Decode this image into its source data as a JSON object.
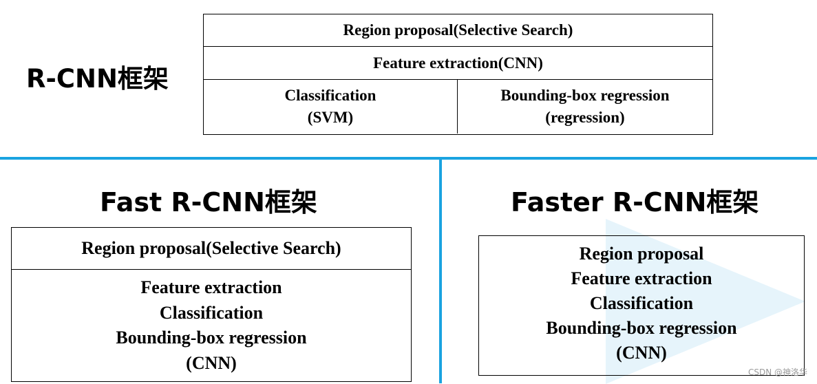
{
  "rcnn": {
    "title": "R-CNN框架",
    "row1": "Region proposal(Selective Search)",
    "row2": "Feature extraction(CNN)",
    "cls_line1": "Classification",
    "cls_line2": "(SVM)",
    "bbox_line1": "Bounding-box regression",
    "bbox_line2": "(regression)"
  },
  "fast_rcnn": {
    "title": "Fast R-CNN框架",
    "row1": "Region proposal(Selective Search)",
    "lines": [
      "Feature extraction",
      "Classification",
      "Bounding-box regression",
      "(CNN)"
    ]
  },
  "faster_rcnn": {
    "title": "Faster R-CNN框架",
    "lines": [
      "Region proposal",
      "Feature extraction",
      "Classification",
      "Bounding-box regression",
      "(CNN)"
    ]
  },
  "watermark": "CSDN @神洛华",
  "colors": {
    "divider": "#1aa3e0",
    "decor": "#e3f3fb"
  }
}
